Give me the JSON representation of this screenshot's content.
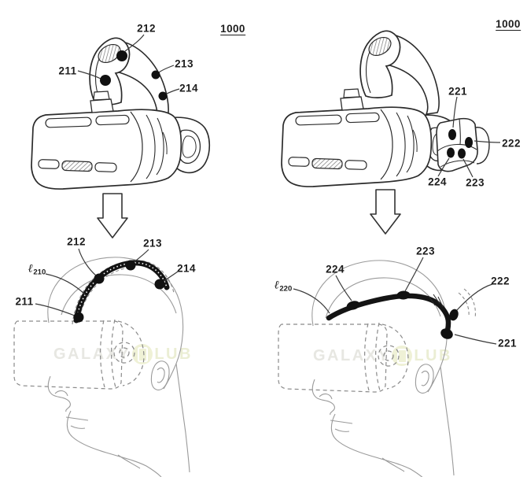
{
  "figure_type": "patent-drawing",
  "watermark": {
    "word": "GALAXY",
    "suffix": "LUB"
  },
  "panels": {
    "top_left": {
      "ref": "1000",
      "s211": "211",
      "s212": "212",
      "s213": "213",
      "s214": "214"
    },
    "top_right": {
      "ref": "1000",
      "s221": "221",
      "s222": "222",
      "s223": "223",
      "s224": "224"
    },
    "bottom_left": {
      "len_symbol": "ℓ",
      "len_sub": "210",
      "s211": "211",
      "s212": "212",
      "s213": "213",
      "s214": "214"
    },
    "bottom_right": {
      "len_symbol": "ℓ",
      "len_sub": "220",
      "s221": "221",
      "s222": "222",
      "s223": "223",
      "s224": "224"
    }
  },
  "colors": {
    "ink": "#2b2b2b",
    "head_line": "#9a9a9a",
    "dashed_line": "#8a8a8a",
    "sensor_dot": "#111111",
    "watermark_text": "#e7e7e2",
    "watermark_accent": "#eff1d6"
  }
}
